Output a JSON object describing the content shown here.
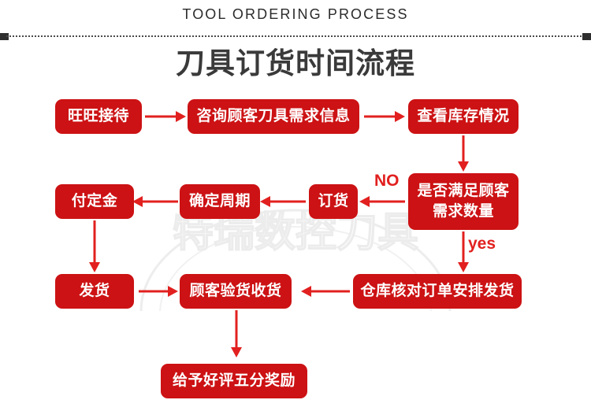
{
  "header": {
    "english_title": "TOOL ORDERING PROCESS",
    "chinese_title": "刀具订货时间流程"
  },
  "watermark": {
    "text": "特瑞数控刀具"
  },
  "colors": {
    "node_fill": "#cc1214",
    "node_text": "#ffffff",
    "arrow": "#e1201f",
    "title_text": "#3a3a3a",
    "divider": "#2f2f2f"
  },
  "flow": {
    "nodes": [
      {
        "id": "n1",
        "label": "旺旺接待"
      },
      {
        "id": "n2",
        "label": "咨询顾客刀具需求信息"
      },
      {
        "id": "n3",
        "label": "查看库存情况"
      },
      {
        "id": "n4",
        "label_line1": "是否满足顾客",
        "label_line2": "需求数量"
      },
      {
        "id": "n5",
        "label": "订货"
      },
      {
        "id": "n6",
        "label": "确定周期"
      },
      {
        "id": "n7",
        "label": "付定金"
      },
      {
        "id": "n8",
        "label": "发货"
      },
      {
        "id": "n9",
        "label": "顾客验货收货"
      },
      {
        "id": "n10",
        "label": "仓库核对订单安排发货"
      },
      {
        "id": "n11",
        "label": "给予好评五分奖励"
      }
    ],
    "edge_labels": {
      "no": "NO",
      "yes": "yes"
    }
  }
}
